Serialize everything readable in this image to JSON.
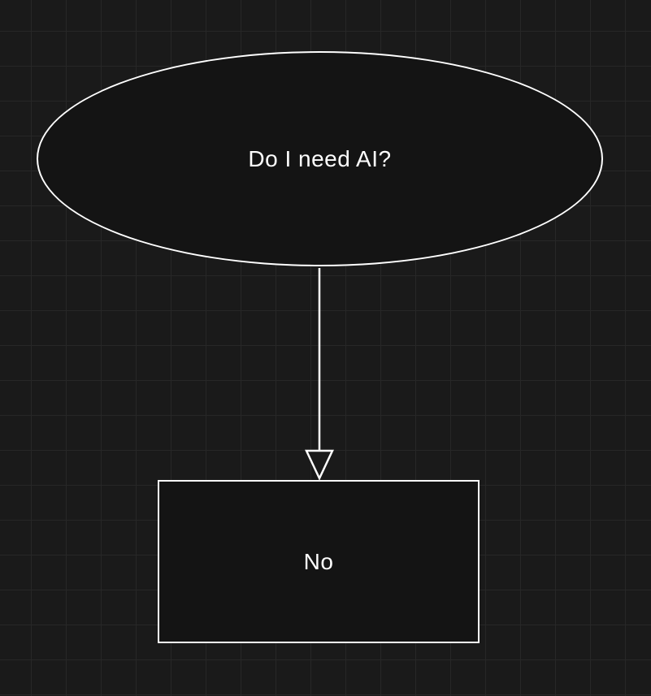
{
  "canvas": {
    "background_color": "#1a1a1a",
    "grid_color": "#272727"
  },
  "diagram": {
    "stroke_color": "#ffffff",
    "shape_fill_color": "#141414",
    "text_color": "#ffffff",
    "nodes": [
      {
        "id": "question",
        "shape": "ellipse",
        "label": "Do I need AI?"
      },
      {
        "id": "answer",
        "shape": "rectangle",
        "label": "No"
      }
    ],
    "edges": [
      {
        "from": "question",
        "to": "answer",
        "direction": "down",
        "arrowhead": "triangle"
      }
    ]
  }
}
